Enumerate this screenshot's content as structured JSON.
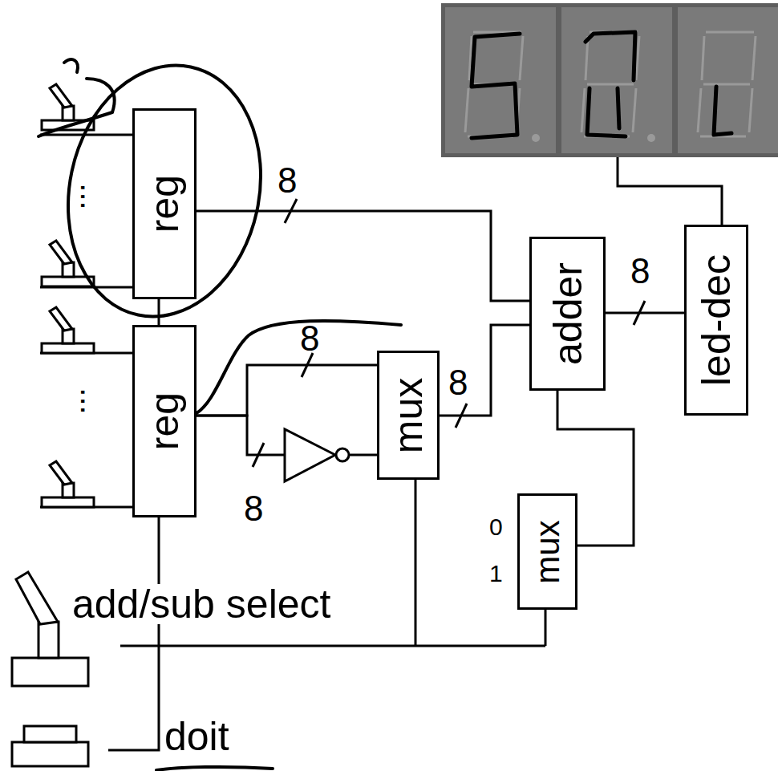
{
  "diagram": {
    "nodes": [
      {
        "text": [
          "reg"
        ]
      },
      {
        "text": [
          "reg"
        ]
      },
      {
        "text": [
          "mux"
        ]
      },
      {
        "text": [
          "adder"
        ]
      },
      {
        "text": [
          "led-dec"
        ]
      },
      {
        "text": [
          "mux"
        ]
      }
    ],
    "edges": [
      {
        "from": 0,
        "to": 3,
        "arrow": "none",
        "label": "8"
      },
      {
        "from": 1,
        "to": 2,
        "arrow": "none",
        "label": "8"
      },
      {
        "from": 1,
        "to": 2,
        "arrow": "none",
        "label": "8"
      },
      {
        "from": 2,
        "to": 3,
        "arrow": "none",
        "label": "8"
      },
      {
        "from": 3,
        "to": 4,
        "arrow": "none",
        "label": "8"
      },
      {
        "from": 5,
        "to": 3,
        "arrow": "none"
      },
      {
        "from": 0,
        "to": 1,
        "arrow": "none"
      }
    ],
    "labels": [
      "...",
      "...",
      "0",
      "1",
      "add/sub select",
      "doit"
    ]
  }
}
